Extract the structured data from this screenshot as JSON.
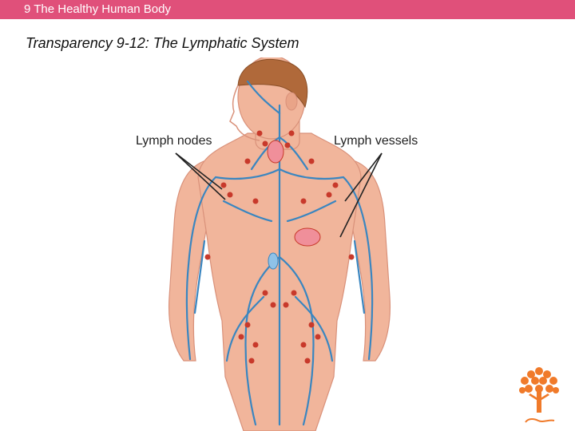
{
  "header": {
    "title": "9 The Healthy Human Body",
    "bar_color": "#e0507a"
  },
  "slide": {
    "title": "Transparency 9-12: The Lymphatic System"
  },
  "figure": {
    "labels": {
      "lymph_nodes": "Lymph nodes",
      "lymph_vessels": "Lymph vessels"
    },
    "colors": {
      "skin": "#f1b59b",
      "vessel": "#3a86c0",
      "node": "#c8392b",
      "hair": "#b0693a"
    }
  },
  "logo": {
    "icon": "tree-of-hearts-icon",
    "color": "#f07a2a"
  }
}
